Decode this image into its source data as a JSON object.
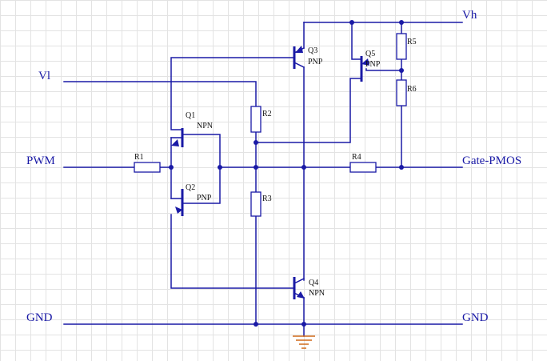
{
  "nets": {
    "vh": "Vh",
    "vl": "Vl",
    "pwm": "PWM",
    "gate": "Gate-PMOS",
    "gnd_left": "GND",
    "gnd_right": "GND"
  },
  "resistors": {
    "r1": "R1",
    "r2": "R2",
    "r3": "R3",
    "r4": "R4",
    "r5": "R5",
    "r6": "R6"
  },
  "transistors": {
    "q1": {
      "ref": "Q1",
      "type": "NPN"
    },
    "q2": {
      "ref": "Q2",
      "type": "PNP"
    },
    "q3": {
      "ref": "Q3",
      "type": "PNP"
    },
    "q4": {
      "ref": "Q4",
      "type": "NPN"
    },
    "q5": {
      "ref": "Q5",
      "type": "PNP"
    }
  },
  "colors": {
    "wire": "#1a1aa6",
    "ground_symbol": "#d06a1a",
    "grid": "#e3e3e3"
  }
}
